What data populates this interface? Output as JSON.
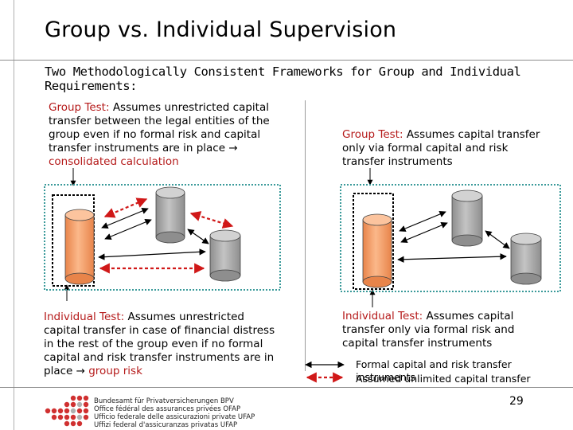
{
  "slide": {
    "title": "Group vs. Individual Supervision",
    "subtitle": "Two Methodologically Consistent Frameworks for Group and Individual Requirements:",
    "left": {
      "group_test": {
        "label": "Group Test:",
        "text": " Assumes unrestricted capital transfer between the legal entities of the group even if no formal risk and capital transfer instruments are in place ",
        "arrow": "→",
        "highlight": "consolidated calculation"
      },
      "individual_test": {
        "label": "Individual Test:",
        "text": " Assumes unrestricted capital transfer in case of financial distress in the rest of the group even if no formal capital and risk transfer instruments are in place ",
        "arrow": "→",
        "highlight": "group risk"
      }
    },
    "right": {
      "group_test": {
        "label": "Group Test:",
        "text": " Assumes capital transfer only via formal capital and risk transfer instruments"
      },
      "individual_test": {
        "label": "Individual Test:",
        "text": " Assumes capital transfer only via formal risk and capital transfer instruments"
      }
    },
    "legend": {
      "formal": "Formal capital and risk transfer instruments",
      "unlimited": "Assumed unlimited capital transfer"
    },
    "footer": {
      "logo_lines": [
        "Bundesamt für Privatversicherungen BPV",
        "Office fédéral des assurances privées OFAP",
        "Ufficio federale delle assicurazioni private UFAP",
        "Uffizi federal d'assicuranzas privatas UFAP"
      ],
      "page_number": "29"
    },
    "colors": {
      "accent_red": "#b51a1a",
      "frame_teal": "#3a9a9a",
      "cylinder_orange": "#f7a06a",
      "cylinder_gray": "#a8a8a8",
      "logo_red": "#d03030"
    }
  }
}
